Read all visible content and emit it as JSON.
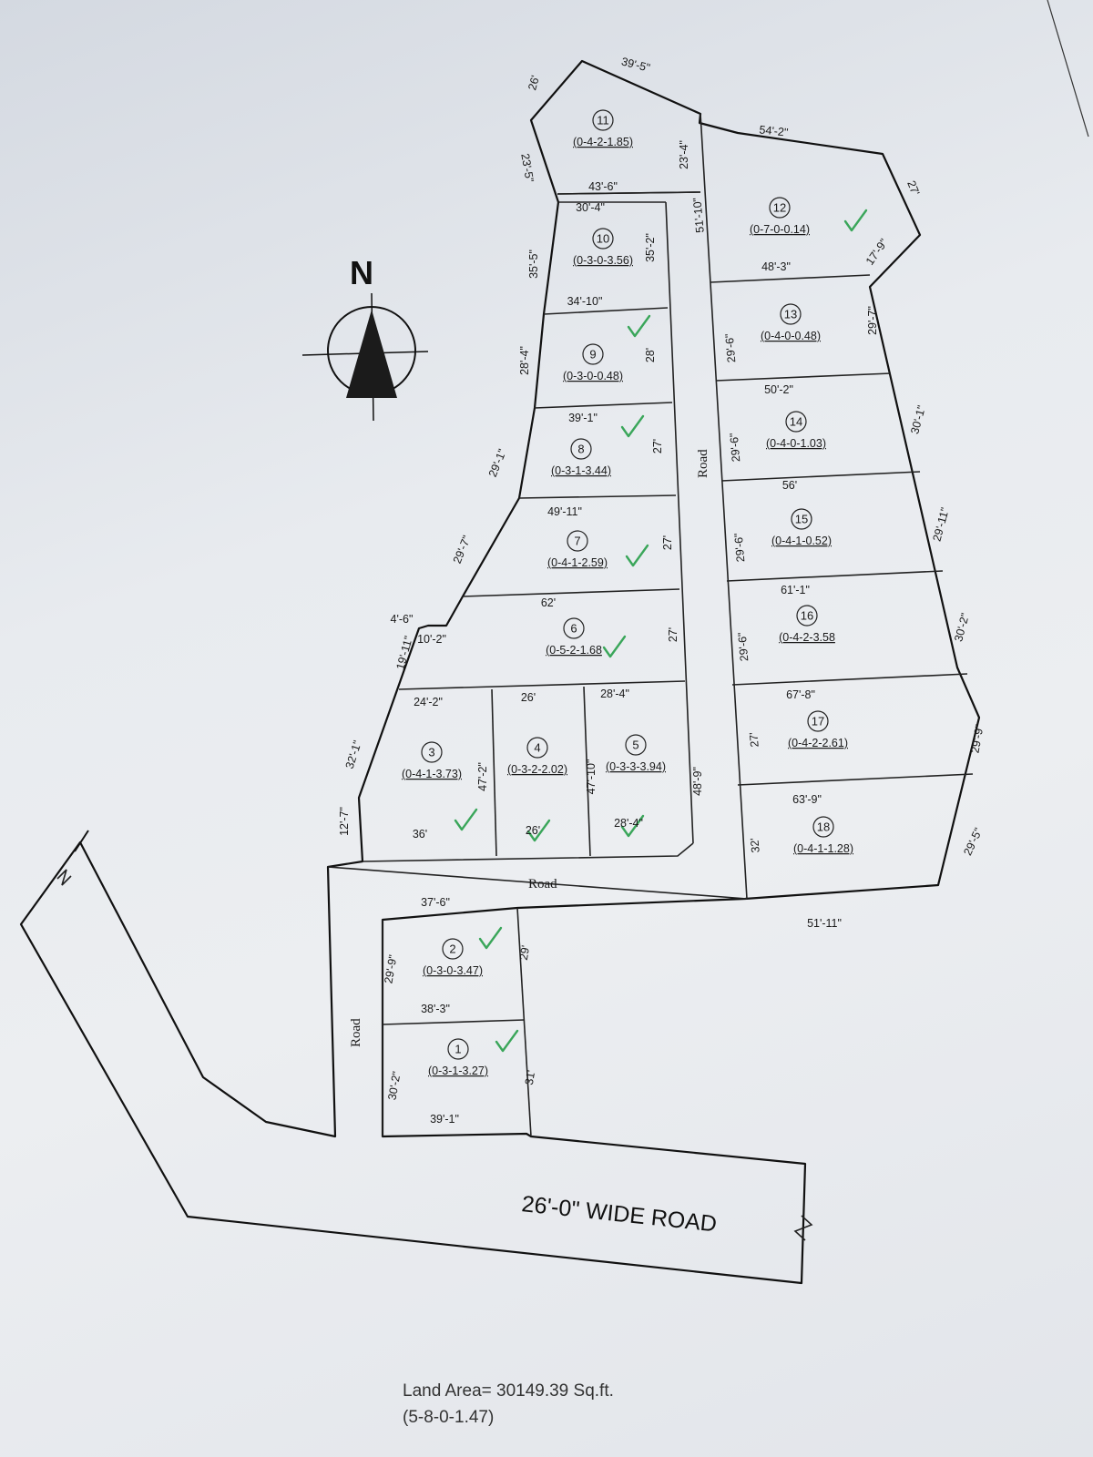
{
  "north": {
    "letter": "N",
    "icon": "north-arrow-icon"
  },
  "wide_road": {
    "label": "26'-0\" WIDE ROAD"
  },
  "roads": {
    "main_road": "Road",
    "cross_road": "Road",
    "side_road": "Road"
  },
  "plots": [
    {
      "no": "1",
      "area": "(0-3-1-3.27)",
      "marked": true
    },
    {
      "no": "2",
      "area": "(0-3-0-3.47)",
      "marked": true
    },
    {
      "no": "3",
      "area": "(0-4-1-3.73)",
      "marked": true
    },
    {
      "no": "4",
      "area": "(0-3-2-2.02)",
      "marked": true
    },
    {
      "no": "5",
      "area": "(0-3-3-3.94)",
      "marked": true
    },
    {
      "no": "6",
      "area": "(0-5-2-1.68",
      "marked": true
    },
    {
      "no": "7",
      "area": "(0-4-1-2.59)",
      "marked": true
    },
    {
      "no": "8",
      "area": "(0-3-1-3.44)",
      "marked": true
    },
    {
      "no": "9",
      "area": "(0-3-0-0.48)",
      "marked": true
    },
    {
      "no": "10",
      "area": "(0-3-0-3.56)",
      "marked": false
    },
    {
      "no": "11",
      "area": "(0-4-2-1.85)",
      "marked": false
    },
    {
      "no": "12",
      "area": "(0-7-0-0.14)",
      "marked": true
    },
    {
      "no": "13",
      "area": "(0-4-0-0.48)",
      "marked": false
    },
    {
      "no": "14",
      "area": "(0-4-0-1.03)",
      "marked": false
    },
    {
      "no": "15",
      "area": "(0-4-1-0.52)",
      "marked": false
    },
    {
      "no": "16",
      "area": "(0-4-2-3.58",
      "marked": false
    },
    {
      "no": "17",
      "area": "(0-4-2-2.61)",
      "marked": false
    },
    {
      "no": "18",
      "area": "(0-4-1-1.28)",
      "marked": false
    }
  ],
  "dimensions": [
    "39'-5\"",
    "26'",
    "23'-5\"",
    "23'-4\"",
    "43'-6\"",
    "30'-4\"",
    "35'-5\"",
    "35'-2\"",
    "34'-10\"",
    "28'-4\"",
    "28'",
    "39'-1\"",
    "27'",
    "29'-1\"",
    "49'-11\"",
    "27'",
    "29'-7\"",
    "62'",
    "27'",
    "4'-6\"",
    "10'-2\"",
    "19'-11\"",
    "24'-2\"",
    "26'",
    "28'-4\"",
    "47'-2\"",
    "47'-10\"",
    "32'-1\"",
    "12'-7\"",
    "36'",
    "26'",
    "28'-4\"",
    "48'-9\"",
    "54'-2\"",
    "27'",
    "51'-10\"",
    "48'-3\"",
    "17'-9\"",
    "29'-6\"",
    "29'-7\"",
    "50'-2\"",
    "29'-6\"",
    "30'-1\"",
    "56'",
    "29'-6\"",
    "29'-11\"",
    "61'-1\"",
    "29'-6\"",
    "30'-2\"",
    "67'-8\"",
    "27'",
    "29'-9\"",
    "63'-9\"",
    "32'",
    "29'-5\"",
    "51'-11\"",
    "37'-6\"",
    "29'-9\"",
    "29'",
    "38'-3\"",
    "30'-2\"",
    "31'",
    "39'-1\""
  ],
  "footer": {
    "land_area": "Land Area= 30149.39  Sq.ft.",
    "land_area_units": "(5-8-0-1.47)"
  }
}
